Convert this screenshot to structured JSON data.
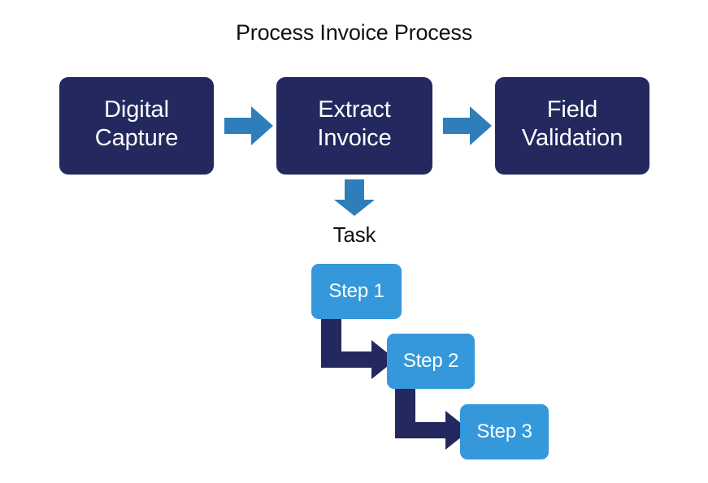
{
  "diagram": {
    "title": "Process Invoice Process",
    "background_color": "#ffffff",
    "colors": {
      "stage_fill": "#23295f",
      "stage_text": "#ffffff",
      "arrow_blue": "#2e7ebb",
      "step_fill": "#3498db",
      "step_text": "#ffffff",
      "connector_navy": "#23295f",
      "caption_text": "#111111"
    },
    "stages": [
      {
        "id": "digital-capture",
        "label": "Digital\nCapture"
      },
      {
        "id": "extract-invoice",
        "label": "Extract\nInvoice"
      },
      {
        "id": "field-validation",
        "label": "Field\nValidation"
      }
    ],
    "stage_arrows": [
      {
        "id": "capture-to-extract",
        "icon": "arrow-right-icon"
      },
      {
        "id": "extract-to-validation",
        "icon": "arrow-right-icon"
      }
    ],
    "task_branch": {
      "arrow_icon": "arrow-down-icon",
      "caption": "Task",
      "steps": [
        {
          "id": "step-1",
          "label": "Step 1"
        },
        {
          "id": "step-2",
          "label": "Step 2"
        },
        {
          "id": "step-3",
          "label": "Step 3"
        }
      ],
      "connectors": [
        {
          "id": "step1-to-step2",
          "icon": "elbow-arrow-icon"
        },
        {
          "id": "step2-to-step3",
          "icon": "elbow-arrow-icon"
        }
      ]
    }
  }
}
